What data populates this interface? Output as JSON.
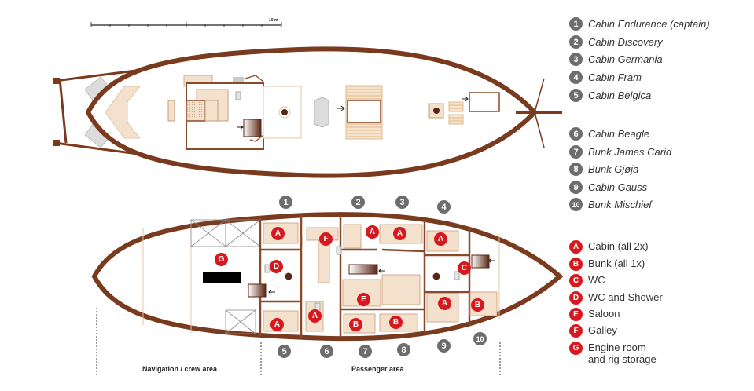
{
  "scale_bar": {
    "label": "10 m"
  },
  "legend_cabins": [
    {
      "num": "1",
      "label": "Cabin Endurance (captain)"
    },
    {
      "num": "2",
      "label": "Cabin Discovery"
    },
    {
      "num": "3",
      "label": "Cabin Germania"
    },
    {
      "num": "4",
      "label": "Cabin Fram"
    },
    {
      "num": "5",
      "label": "Cabin Belgica"
    },
    {
      "num": "6",
      "label": "Cabin Beagle"
    },
    {
      "num": "7",
      "label": "Bunk James Carid"
    },
    {
      "num": "8",
      "label": "Bunk Gjøja"
    },
    {
      "num": "9",
      "label": "Cabin Gauss"
    },
    {
      "num": "10",
      "label": "Bunk Mischief"
    }
  ],
  "legend_types": [
    {
      "letter": "A",
      "label": "Cabin (all 2x)"
    },
    {
      "letter": "B",
      "label": "Bunk (all 1x)"
    },
    {
      "letter": "C",
      "label": "WC"
    },
    {
      "letter": "D",
      "label": "WC and Shower"
    },
    {
      "letter": "E",
      "label": "Saloon"
    },
    {
      "letter": "F",
      "label": "Galley"
    },
    {
      "letter": "G",
      "label": "Engine room",
      "label2": "and rig storage"
    }
  ],
  "areas": {
    "navigation": "Navigation / crew area",
    "passenger": "Passenger area"
  },
  "plan_numbers": [
    "1",
    "2",
    "3",
    "4",
    "5",
    "6",
    "7",
    "8",
    "9",
    "10"
  ],
  "plan_letters": [
    "A",
    "A",
    "A",
    "A",
    "A",
    "A",
    "A",
    "B",
    "B",
    "B",
    "C",
    "D",
    "E",
    "F",
    "G"
  ],
  "colors": {
    "hull": "#7a3a1e",
    "wall": "#8a4a2a",
    "beige": "#f3e1cd",
    "number_badge": "#6d6d6d",
    "letter_badge": "#d7191f"
  }
}
